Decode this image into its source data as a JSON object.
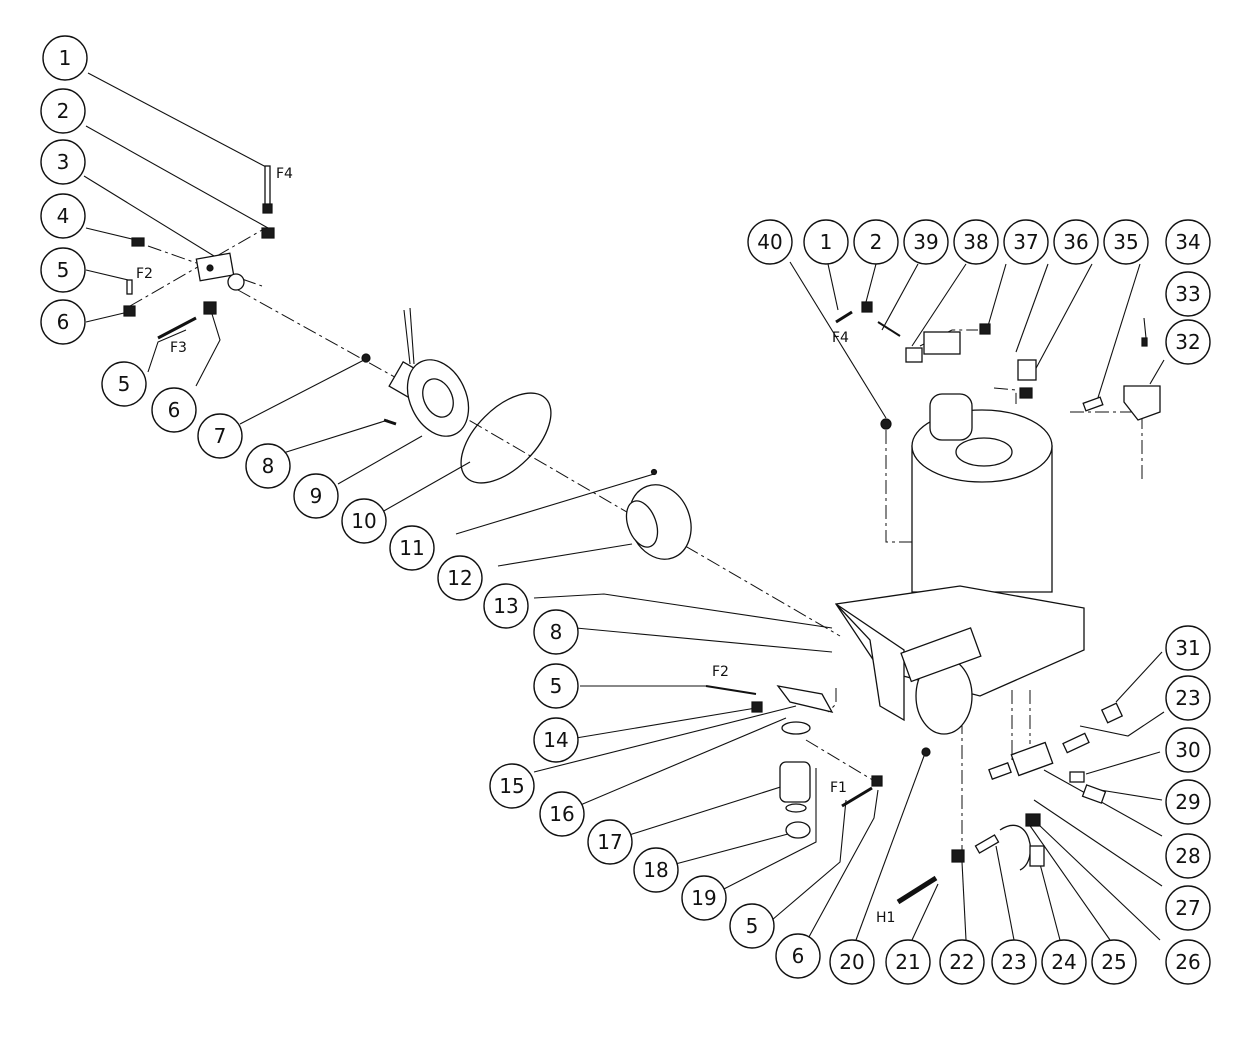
{
  "balloons": [
    {
      "id": "b1a",
      "label": "1"
    },
    {
      "id": "b2a",
      "label": "2"
    },
    {
      "id": "b3",
      "label": "3"
    },
    {
      "id": "b4",
      "label": "4"
    },
    {
      "id": "b5a",
      "label": "5"
    },
    {
      "id": "b6a",
      "label": "6"
    },
    {
      "id": "b5b",
      "label": "5"
    },
    {
      "id": "b6b",
      "label": "6"
    },
    {
      "id": "b7",
      "label": "7"
    },
    {
      "id": "b8a",
      "label": "8"
    },
    {
      "id": "b9",
      "label": "9"
    },
    {
      "id": "b10",
      "label": "10"
    },
    {
      "id": "b11",
      "label": "11"
    },
    {
      "id": "b12",
      "label": "12"
    },
    {
      "id": "b13",
      "label": "13"
    },
    {
      "id": "b8b",
      "label": "8"
    },
    {
      "id": "b5c",
      "label": "5"
    },
    {
      "id": "b14",
      "label": "14"
    },
    {
      "id": "b15",
      "label": "15"
    },
    {
      "id": "b16",
      "label": "16"
    },
    {
      "id": "b17",
      "label": "17"
    },
    {
      "id": "b18",
      "label": "18"
    },
    {
      "id": "b19",
      "label": "19"
    },
    {
      "id": "b5d",
      "label": "5"
    },
    {
      "id": "b6c",
      "label": "6"
    },
    {
      "id": "b20",
      "label": "20"
    },
    {
      "id": "b21",
      "label": "21"
    },
    {
      "id": "b22",
      "label": "22"
    },
    {
      "id": "b23a",
      "label": "23"
    },
    {
      "id": "b24",
      "label": "24"
    },
    {
      "id": "b25",
      "label": "25"
    },
    {
      "id": "b26",
      "label": "26"
    },
    {
      "id": "b27",
      "label": "27"
    },
    {
      "id": "b28",
      "label": "28"
    },
    {
      "id": "b29",
      "label": "29"
    },
    {
      "id": "b30",
      "label": "30"
    },
    {
      "id": "b23b",
      "label": "23"
    },
    {
      "id": "b31",
      "label": "31"
    },
    {
      "id": "b40",
      "label": "40"
    },
    {
      "id": "b1b",
      "label": "1"
    },
    {
      "id": "b2b",
      "label": "2"
    },
    {
      "id": "b39",
      "label": "39"
    },
    {
      "id": "b38",
      "label": "38"
    },
    {
      "id": "b37",
      "label": "37"
    },
    {
      "id": "b36",
      "label": "36"
    },
    {
      "id": "b35",
      "label": "35"
    },
    {
      "id": "b34",
      "label": "34"
    },
    {
      "id": "b33",
      "label": "33"
    },
    {
      "id": "b32",
      "label": "32"
    }
  ],
  "callouts": {
    "f4_top": "F4",
    "f2_left": "F2",
    "f3": "F3",
    "f4_right": "F4",
    "f2_mid": "F2",
    "f1": "F1",
    "h1": "H1"
  }
}
